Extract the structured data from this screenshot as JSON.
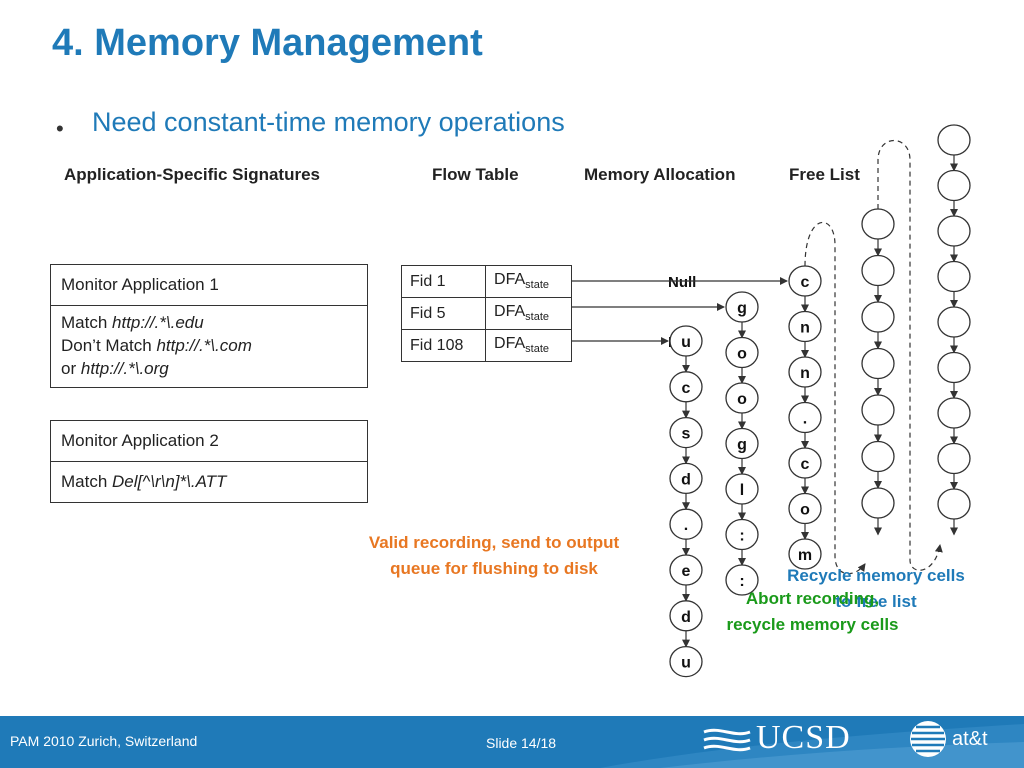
{
  "title": "4. Memory Management",
  "bullet": "Need constant-time memory operations",
  "headers": {
    "signatures": "Application-Specific Signatures",
    "flow_table": "Flow Table",
    "memory_allocation": "Memory Allocation",
    "free_list": "Free List"
  },
  "app1": {
    "name": "Monitor Application 1",
    "match_label": "Match",
    "match_pattern": "http://.*\\.edu",
    "dont_match_label": "Don’t Match",
    "dont_match_pattern": "http://.*\\.com",
    "or_label": "or",
    "or_pattern": "http://.*\\.org"
  },
  "app2": {
    "name": "Monitor Application 2",
    "match_label": "Match",
    "match_pattern": "Del[^\\r\\n]*\\.ATT"
  },
  "flow_table": {
    "rows": [
      {
        "fid": "Fid 1",
        "dfa": "DFA",
        "sub": "state"
      },
      {
        "fid": "Fid 5",
        "dfa": "DFA",
        "sub": "state"
      },
      {
        "fid": "Fid 108",
        "dfa": "DFA",
        "sub": "state"
      }
    ]
  },
  "chains": {
    "null_label": "Null",
    "fid1_letters": [
      "c",
      "n",
      "n",
      ".",
      "c",
      "o",
      "m"
    ],
    "fid5_letters": [
      "g",
      "o",
      "o",
      "g",
      "l",
      ":",
      ":"
    ],
    "fid108_letters": [
      "u",
      "c",
      "s",
      "d",
      ".",
      "e",
      "d",
      "u"
    ]
  },
  "notes": {
    "valid": "Valid recording, send to output\nqueue for flushing to disk",
    "abort": "Abort recording,\nrecycle memory cells",
    "recycle": "Recycle memory cells\nto free list"
  },
  "colors": {
    "title": "#1f7ab8",
    "valid_note": "#e87722",
    "abort_note": "#1a9a1a",
    "recycle_note": "#1f7ab8",
    "footer": "#1f7ab8"
  },
  "footer": {
    "left": "PAM 2010 Zurich, Switzerland",
    "center": "Slide 14/18",
    "logo_ucsd": "UCSD",
    "logo_att": "at&t"
  }
}
